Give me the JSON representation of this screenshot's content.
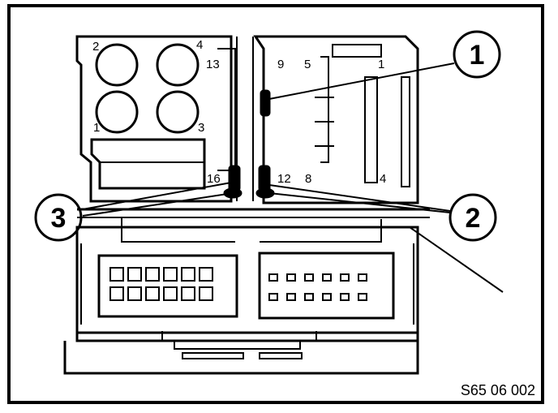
{
  "figure_ref": "S65 06 002",
  "callouts": [
    "1",
    "2",
    "3"
  ],
  "pin_labels": {
    "p2": "2",
    "p4": "4",
    "p13": "13",
    "p9": "9",
    "p5": "5",
    "p1a": "1",
    "p1b": "1",
    "p3": "3",
    "p16": "16",
    "p12": "12",
    "p8": "8",
    "p4b": "4"
  },
  "colors": {
    "line": "#000000",
    "background": "#ffffff"
  }
}
